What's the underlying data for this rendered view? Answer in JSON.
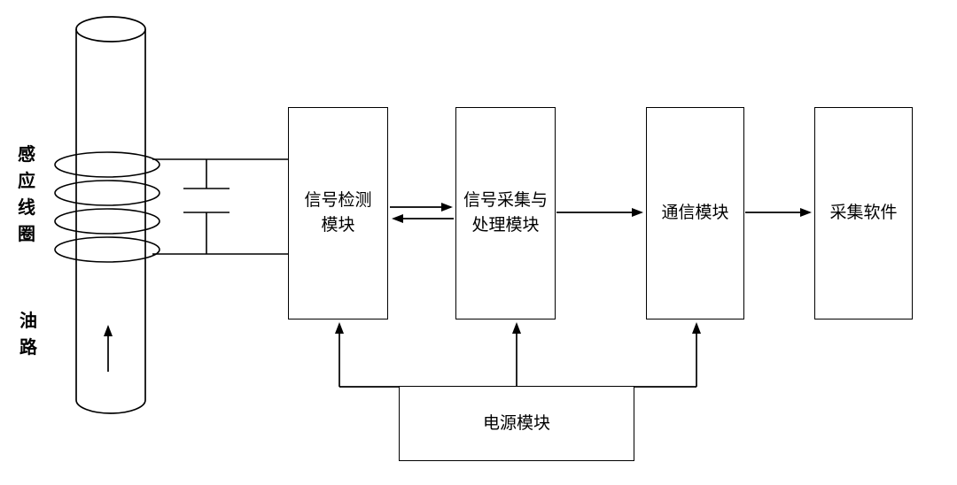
{
  "page": {
    "background_color": "#ffffff",
    "line_color": "#000000"
  },
  "diagram": {
    "type": "block-diagram",
    "left_labels": {
      "coil": "感应线圈",
      "oil_path": "油路"
    },
    "blocks": {
      "signal_detection": "信号检测\n模块",
      "signal_processing": "信号采集与\n处理模块",
      "communication": "通信模块",
      "acquisition_software": "采集软件",
      "power": "电源模块"
    },
    "connections": [
      "感应线圈 + 电容 → 信号检测模块",
      "信号检测模块 ↔ 信号采集与处理模块",
      "信号采集与处理模块 → 通信模块",
      "通信模块 → 采集软件",
      "电源模块 → 信号检测模块",
      "电源模块 → 信号采集与处理模块",
      "电源模块 → 通信模块"
    ]
  }
}
